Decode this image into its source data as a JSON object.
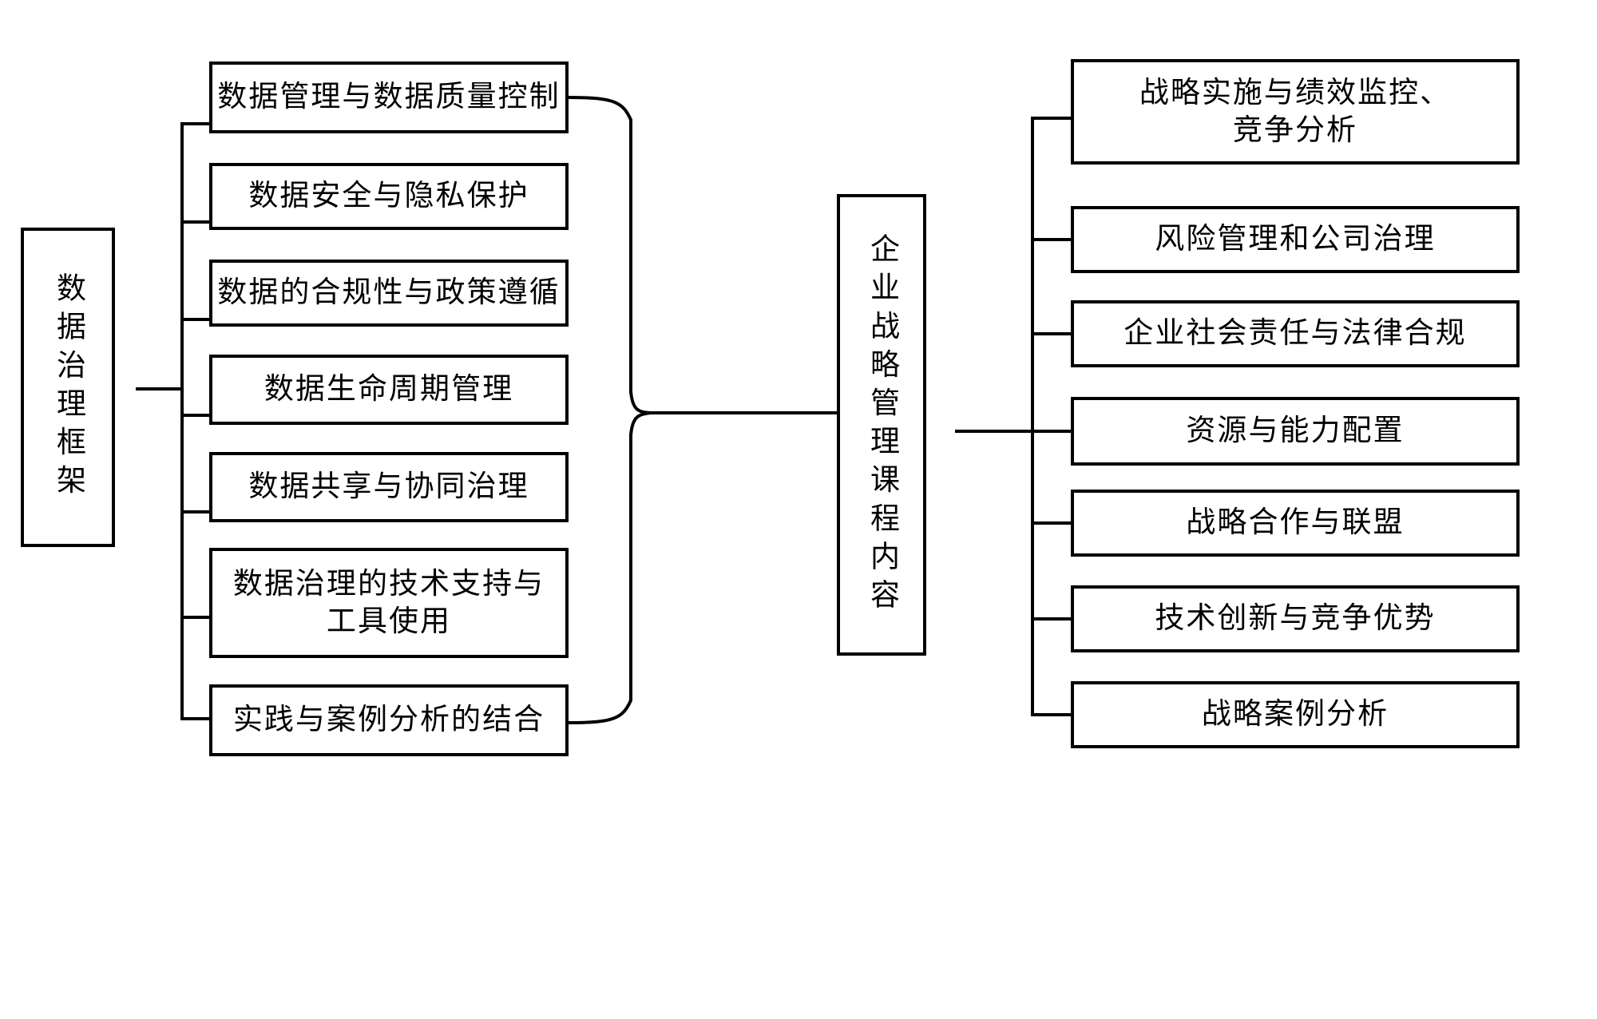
{
  "diagram": {
    "type": "tree-mindmap",
    "orientation": "horizontal-two-sided",
    "line_color": "#000000",
    "background_color": "#ffffff",
    "text_color": "#000000",
    "left_root": {
      "label": "数据治理框架",
      "text_direction": "vertical"
    },
    "center_hub": {
      "label": "企业战略管理课程内容",
      "text_direction": "vertical"
    },
    "left_branches": [
      {
        "label": "数据管理与数据质量控制"
      },
      {
        "label": "数据安全与隐私保护"
      },
      {
        "label": "数据的合规性与政策遵循"
      },
      {
        "label": "数据生命周期管理"
      },
      {
        "label": "数据共享与协同治理"
      },
      {
        "label": "数据治理的技术支持与\n工具使用"
      },
      {
        "label": "实践与案例分析的结合"
      }
    ],
    "right_branches": [
      {
        "label": "战略实施与绩效监控、\n竞争分析"
      },
      {
        "label": "风险管理和公司治理"
      },
      {
        "label": "企业社会责任与法律合规"
      },
      {
        "label": "资源与能力配置"
      },
      {
        "label": "战略合作与联盟"
      },
      {
        "label": "技术创新与竞争优势"
      },
      {
        "label": "战略案例分析"
      }
    ]
  }
}
